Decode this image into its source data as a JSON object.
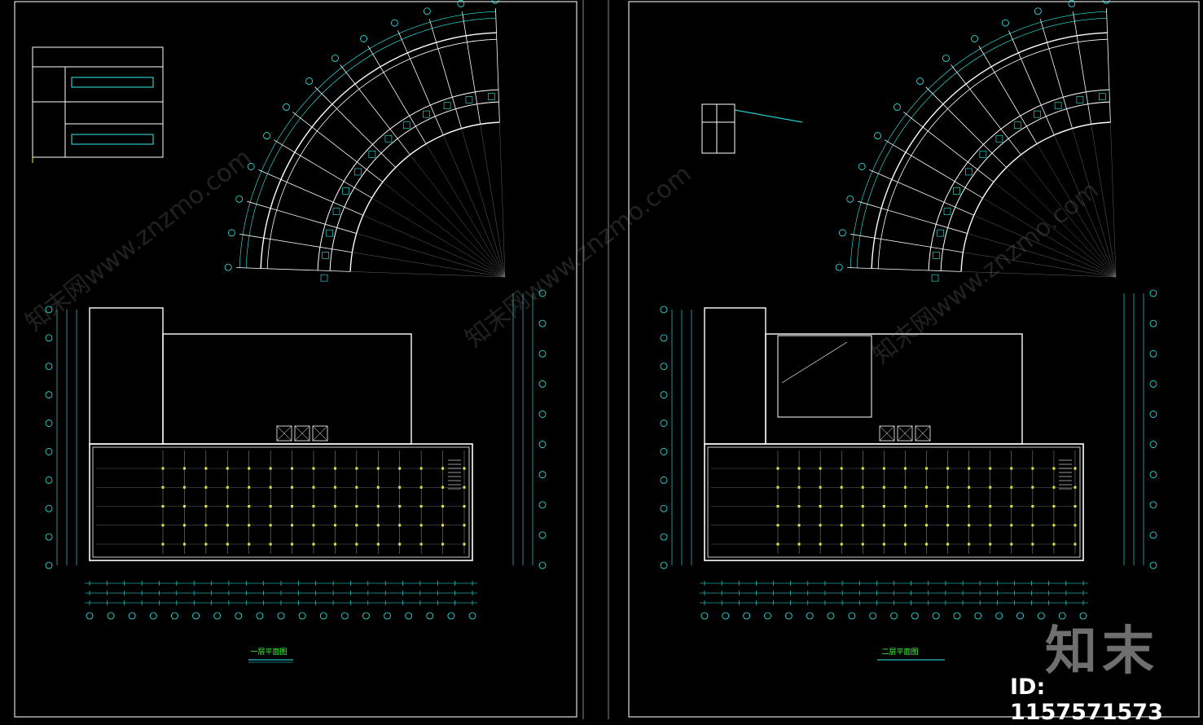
{
  "sheets": [
    {
      "id": "sheet-left",
      "title": "一层平面图"
    },
    {
      "id": "sheet-right",
      "title": "二层平面图"
    }
  ],
  "watermark": {
    "brand": "知末",
    "id_text": "ID: 1157571573",
    "diagonal_text": "知末网www.znzmo.com"
  },
  "colors": {
    "background": "#000000",
    "wall": "#ffffff",
    "dimension": "#2ff0f0",
    "axis_bubble": "#2ff0f0",
    "accent_green": "#3cff3c",
    "accent_yellow": "#ffff40",
    "sheet_border": "#ffffff"
  }
}
